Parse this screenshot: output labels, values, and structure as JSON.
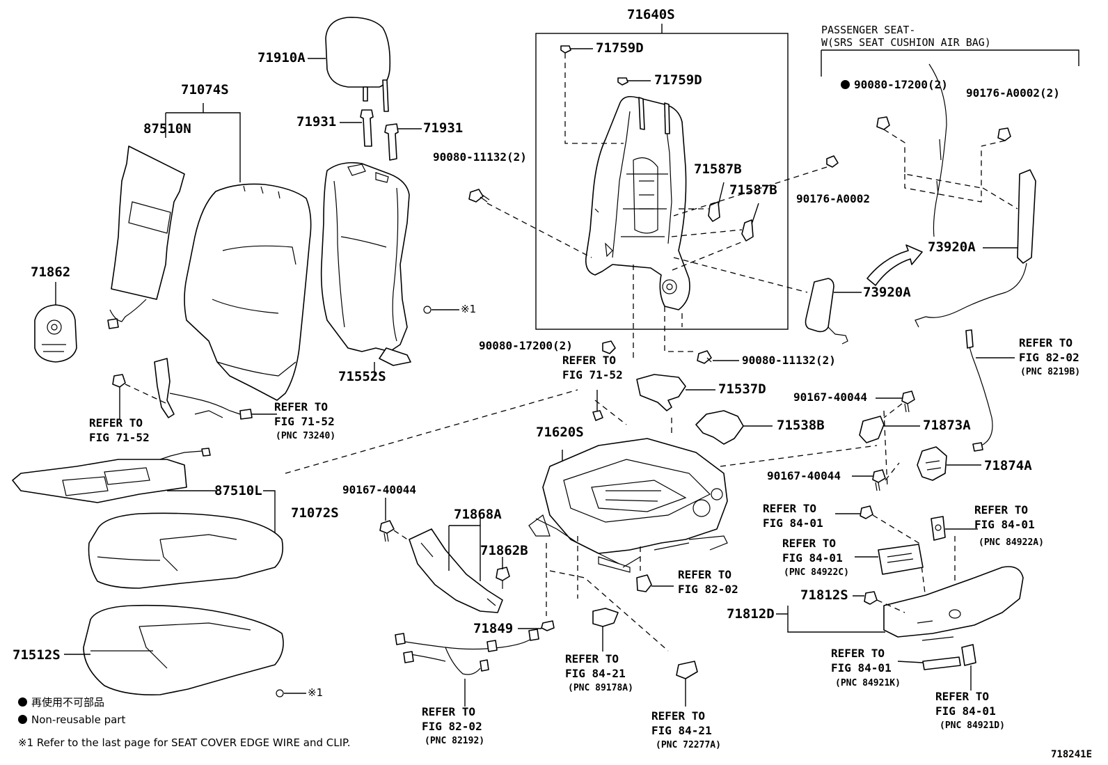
{
  "parts": {
    "p71640S": "71640S",
    "p71759D_a": "71759D",
    "p71759D_b": "71759D",
    "p71910A": "71910A",
    "p71074S": "71074S",
    "p87510N": "87510N",
    "p71931_a": "71931",
    "p71931_b": "71931",
    "p90080_11132_a": "90080-11132(2)",
    "p71587B_a": "71587B",
    "p71587B_b": "71587B",
    "p90176_A0002_a": "90176-A0002",
    "p90080_17200_a": "90080-17200(2)",
    "p90176_A0002_b": "90176-A0002(2)",
    "p73920A_a": "73920A",
    "p73920A_b": "73920A",
    "p71862": "71862",
    "p71552S": "71552S",
    "p90080_17200_b": "90080-17200(2)",
    "p90080_11132_b": "90080-11132(2)",
    "p71537D": "71537D",
    "p90167_40044_a": "90167-40044",
    "p71538B": "71538B",
    "p71873A": "71873A",
    "p71620S": "71620S",
    "p90167_40044_b": "90167-40044",
    "p71874A": "71874A",
    "p87510L": "87510L",
    "p71072S": "71072S",
    "p90167_40044_c": "90167-40044",
    "p71868A": "71868A",
    "p71862B": "71862B",
    "p71812S": "71812S",
    "p71812D": "71812D",
    "p71849": "71849",
    "p71512S": "71512S"
  },
  "refs": {
    "r_71_52_a": "REFER TO\nFIG 71-52",
    "r_71_52_b": "REFER TO\nFIG 71-52",
    "r_71_52_c": "REFER TO\nFIG 71-52",
    "r_82_02_a": "REFER TO\nFIG 82-02",
    "r_82_02_b": "REFER TO\nFIG 82-02",
    "r_82_02_c": "REFER TO\nFIG 82-02",
    "r_84_01_a": "REFER TO\nFIG 84-01",
    "r_84_01_b": "REFER TO\nFIG 84-01",
    "r_84_01_c": "REFER TO\nFIG 84-01",
    "r_84_01_d": "REFER TO\nFIG 84-01",
    "r_84_01_e": "REFER TO\nFIG 84-01",
    "r_84_21_a": "REFER TO\nFIG 84-21",
    "r_84_21_b": "REFER TO\nFIG 84-21"
  },
  "pncs": {
    "pnc_73240": "(PNC 73240)",
    "pnc_8219B": "(PNC 8219B)",
    "pnc_84922A": "(PNC 84922A)",
    "pnc_84922C": "(PNC 84922C)",
    "pnc_89178A": "(PNC 89178A)",
    "pnc_84921K": "(PNC 84921K)",
    "pnc_82192": "(PNC 82192)",
    "pnc_72277A": "(PNC 72277A)",
    "pnc_84921D": "(PNC 84921D)"
  },
  "passenger": {
    "line1": "PASSENGER SEAT-",
    "line2": "W(SRS SEAT CUSHION AIR BAG)"
  },
  "marks": {
    "m1": "※1",
    "m2": "※1"
  },
  "legend": {
    "jp": "再使用不可部品",
    "en": "Non-reusable part",
    "note": "※1 Refer to the last page for SEAT COVER EDGE WIRE and CLIP."
  },
  "diagram_id": "718241E"
}
